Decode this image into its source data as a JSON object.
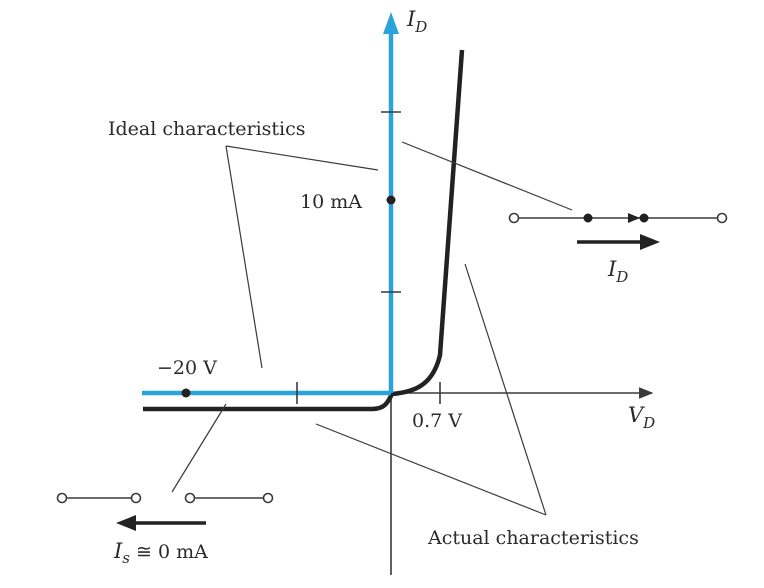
{
  "labels": {
    "id_axis_main": "I",
    "id_axis_sub": "D",
    "vd_axis_main": "V",
    "vd_axis_sub": "D",
    "ideal": "Ideal characteristics",
    "actual": "Actual characteristics",
    "current_10ma": "10 mA",
    "voltage_neg20": "−20 V",
    "voltage_07": "0.7 V",
    "forward_current_main": "I",
    "forward_current_sub": "D",
    "reverse_current_main": "I",
    "reverse_current_sub": "s",
    "reverse_current_rest": " ≅ 0 mA"
  },
  "colors": {
    "ideal_curve": "#2aa3da",
    "actual_curve": "#222222",
    "axes": "#3a3a3a",
    "text": "#2a2a2a"
  },
  "icons": {
    "closed_switch": "closed-switch-icon",
    "open_switch": "open-switch-icon",
    "current_arrow": "arrow-icon"
  }
}
